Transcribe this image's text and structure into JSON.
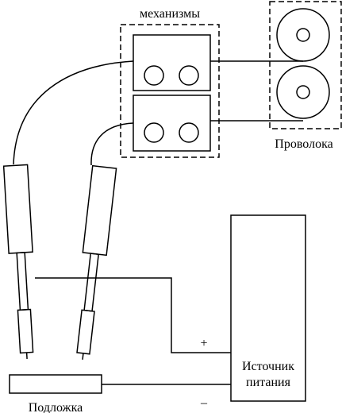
{
  "labels": {
    "mechanisms": "механизмы",
    "wire": "Проволока",
    "substrate": "Подложка",
    "power_line1": "Источник",
    "power_line2": "питания",
    "plus": "+",
    "minus": "–"
  }
}
